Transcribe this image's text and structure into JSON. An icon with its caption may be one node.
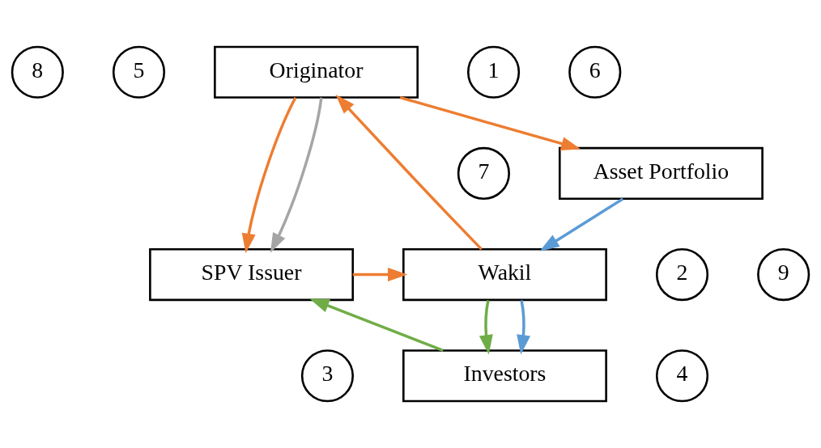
{
  "diagram": {
    "nodes": [
      {
        "text": [
          "Originator"
        ]
      },
      {
        "text": [
          "6"
        ]
      },
      {
        "text": [
          "1"
        ]
      },
      {
        "text": [
          "8"
        ]
      },
      {
        "text": [
          "5"
        ]
      },
      {
        "text": [
          "9"
        ]
      },
      {
        "text": [
          "2"
        ]
      },
      {
        "text": [
          "SPV Issuer"
        ]
      },
      {
        "text": [
          "Wakil"
        ]
      },
      {
        "text": [
          "3"
        ]
      },
      {
        "text": [
          "Investors"
        ]
      },
      {
        "text": [
          "7"
        ]
      },
      {
        "text": [
          "4"
        ]
      },
      {
        "text": [
          "Asset Portfolio"
        ]
      }
    ],
    "edges": [
      {
        "from": 0,
        "to": 7,
        "arrow": "to",
        "color": "#ed7d31"
      },
      {
        "from": 7,
        "to": 8,
        "arrow": "to",
        "color": "#ed7d31"
      },
      {
        "from": 8,
        "to": 0,
        "arrow": "to",
        "color": "#ed7d31"
      },
      {
        "from": 0,
        "to": 13,
        "arrow": "to",
        "color": "#ed7d31"
      },
      {
        "from": 0,
        "to": 7,
        "arrow": "to",
        "color": "#a5a5a5"
      },
      {
        "from": 8,
        "to": 10,
        "arrow": "to",
        "color": "#70ad47"
      },
      {
        "from": 10,
        "to": 7,
        "arrow": "to",
        "color": "#70ad47"
      },
      {
        "from": 13,
        "to": 8,
        "arrow": "to",
        "color": "#5b9bd5"
      },
      {
        "from": 8,
        "to": 10,
        "arrow": "to",
        "color": "#5b9bd5"
      }
    ]
  }
}
